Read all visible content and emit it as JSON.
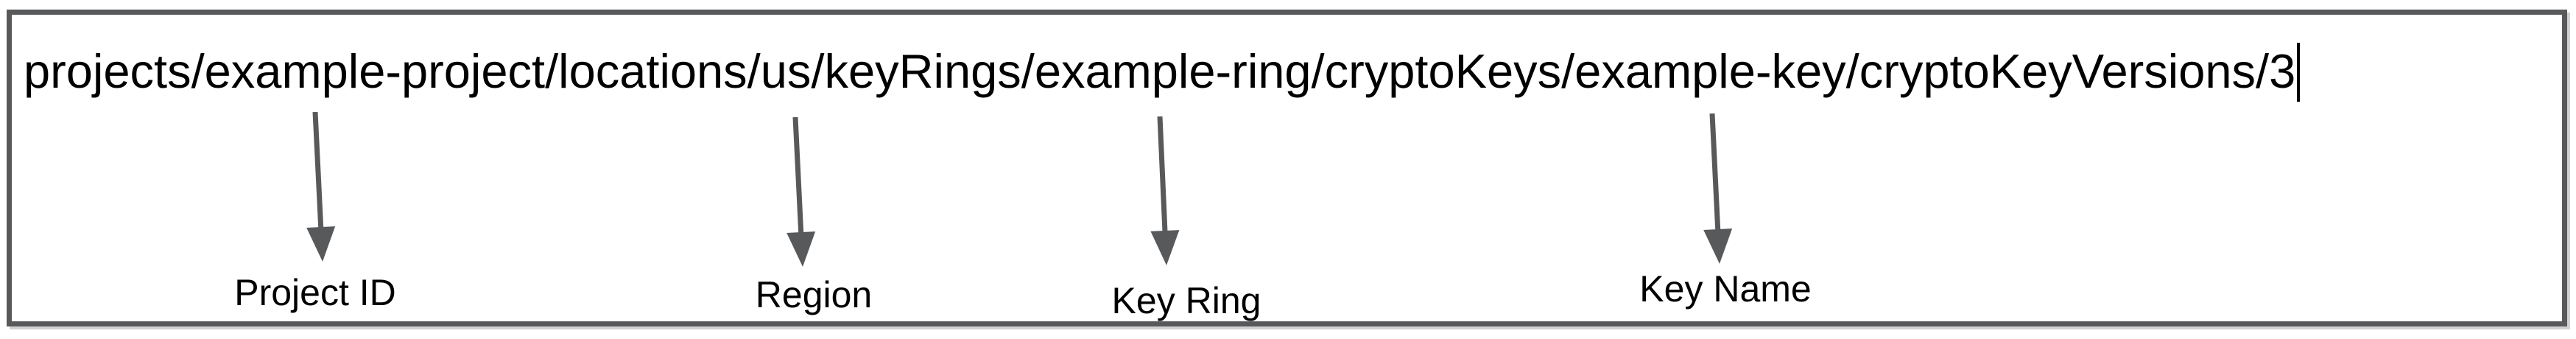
{
  "diagram": {
    "resource_path": "projects/example-project/locations/us/keyRings/example-ring/cryptoKeys/example-key/cryptoKeyVersions/3",
    "caret_visible": true,
    "annotations": [
      {
        "label": "Project ID",
        "points_to": "example-project"
      },
      {
        "label": "Region",
        "points_to": "us"
      },
      {
        "label": "Key Ring",
        "points_to": "example-ring"
      },
      {
        "label": "Key Name",
        "points_to": "example-key"
      }
    ],
    "colors": {
      "text": "#000000",
      "arrow": "#58595b",
      "border": "#58595b",
      "background": "#ffffff"
    }
  }
}
